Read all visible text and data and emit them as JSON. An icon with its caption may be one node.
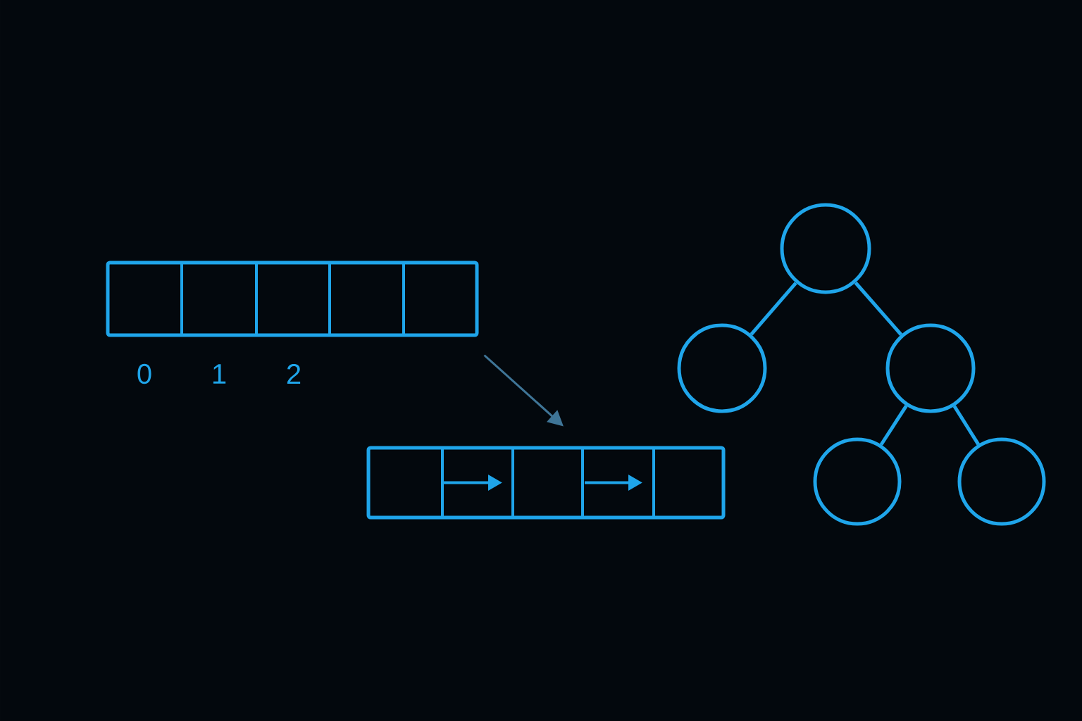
{
  "diagram": {
    "nodes": [
      {
        "text": [],
        "shape": "box"
      },
      {
        "text": [],
        "shape": "box"
      },
      {
        "text": [],
        "shape": "circle"
      },
      {
        "text": [],
        "shape": "circle"
      },
      {
        "text": [],
        "shape": "circle"
      },
      {
        "text": [],
        "shape": "circle"
      },
      {
        "text": [],
        "shape": "circle"
      }
    ],
    "edges": [
      {
        "from": 0,
        "to": 1,
        "arrow": "to",
        "color": "#3f7597"
      },
      {
        "from": 2,
        "to": 3,
        "arrow": "none"
      },
      {
        "from": 2,
        "to": 4,
        "arrow": "none"
      },
      {
        "from": 4,
        "to": 5,
        "arrow": "none"
      },
      {
        "from": 4,
        "to": 6,
        "arrow": "none"
      }
    ],
    "labels": [
      "0",
      "1",
      "2"
    ]
  }
}
